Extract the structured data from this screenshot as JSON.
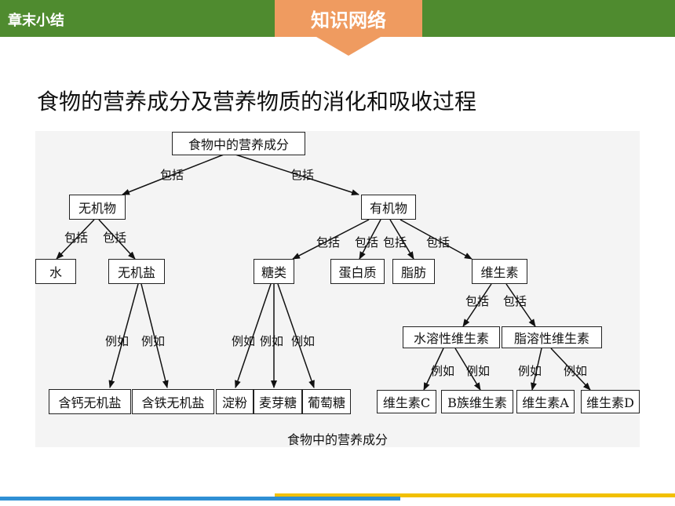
{
  "header": {
    "section": "章末小结",
    "tab": "知识网络"
  },
  "title": "食物的营养成分及营养物质的消化和吸收过程",
  "diagram": {
    "nodes": {
      "root": "食物中的营养成分",
      "inorganic": "无机物",
      "organic": "有机物",
      "water": "水",
      "mineral": "无机盐",
      "sugar": "糖类",
      "protein": "蛋白质",
      "fat": "脂肪",
      "vitamin": "维生素",
      "water_soluble": "水溶性维生素",
      "fat_soluble": "脂溶性维生素",
      "calcium": "含钙无机盐",
      "iron": "含铁无机盐",
      "starch": "淀粉",
      "maltose": "麦芽糖",
      "glucose": "葡萄糖",
      "vit_c": "维生素C",
      "vit_b": "B族维生素",
      "vit_a": "维生素A",
      "vit_d": "维生素D"
    },
    "edge_labels": {
      "includes": "包括",
      "example": "例如"
    },
    "caption": "食物中的营养成分"
  }
}
